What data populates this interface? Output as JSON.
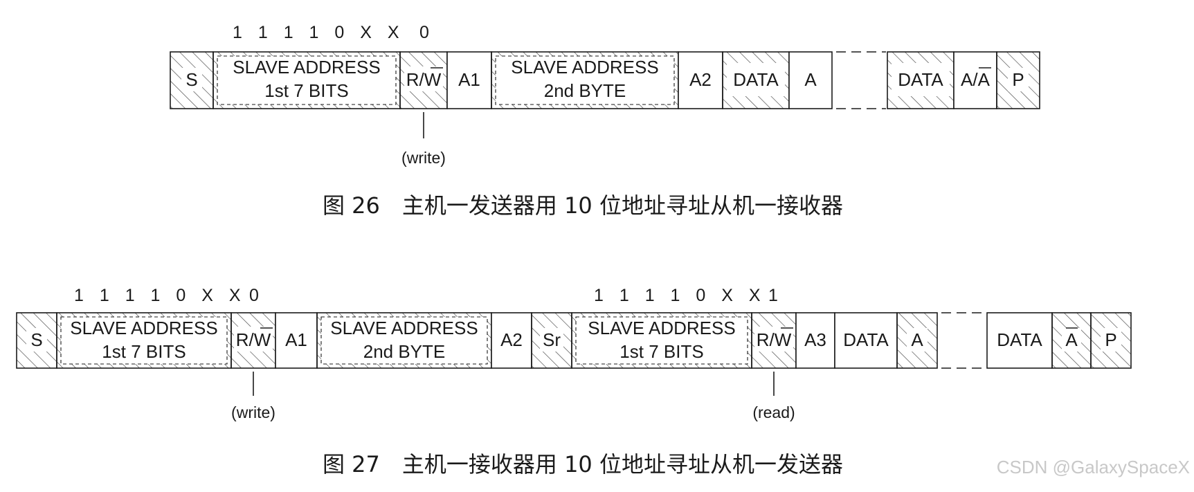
{
  "figure26": {
    "caption": "图 26　主机一发送器用 10 位地址寻址从机一接收器",
    "bits_first": "1 1 1 1 0 X X",
    "bit_rw": "0",
    "note_write": "(write)",
    "cells": {
      "s": "S",
      "slave_addr_line1": "SLAVE  ADDRESS",
      "slave_addr_line2": "1st  7 BITS",
      "rw": "R/W",
      "a1": "A1",
      "slave2_line1": "SLAVE  ADDRESS",
      "slave2_line2": "2nd  BYTE",
      "a2": "A2",
      "data1": "DATA",
      "a": "A",
      "data2": "DATA",
      "a_abar": "A/A",
      "p": "P"
    }
  },
  "figure27": {
    "caption": "图 27　主机一接收器用 10 位地址寻址从机一发送器",
    "bits_first": "1 1 1 1 0 X X",
    "bit_rw_write": "0",
    "bits_second": "1 1 1 1 0 X X",
    "bit_rw_read": "1",
    "note_write": "(write)",
    "note_read": "(read)",
    "cells": {
      "s": "S",
      "slave_addr_line1": "SLAVE  ADDRESS",
      "slave_addr_line2": "1st  7 BITS",
      "rw1": "R/W",
      "a1": "A1",
      "slave2_line1": "SLAVE  ADDRESS",
      "slave2_line2": "2nd  BYTE",
      "a2": "A2",
      "sr": "Sr",
      "slave3_line1": "SLAVE  ADDRESS",
      "slave3_line2": "1st  7 BITS",
      "rw2": "R/W",
      "a3": "A3",
      "data1": "DATA",
      "a": "A",
      "data2": "DATA",
      "abar": "A",
      "p": "P"
    }
  },
  "watermark": "CSDN @GalaxySpaceX",
  "colors": {
    "line": "#1a1a1a",
    "hatch": "#444444",
    "background": "#ffffff",
    "watermark": "#c8c8c8"
  }
}
